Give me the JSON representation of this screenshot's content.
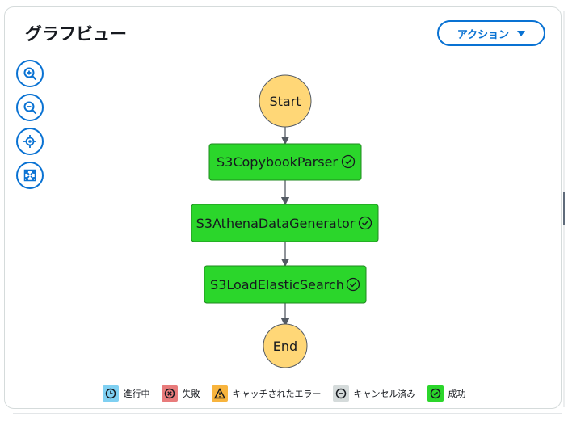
{
  "header": {
    "title": "グラフビュー",
    "action_label": "アクション"
  },
  "toolbar": [
    {
      "name": "zoom-in-button",
      "icon": "zoom-in-icon"
    },
    {
      "name": "zoom-out-button",
      "icon": "zoom-out-icon"
    },
    {
      "name": "center-button",
      "icon": "crosshair-icon"
    },
    {
      "name": "fit-button",
      "icon": "expand-icon"
    }
  ],
  "graph": {
    "nodes": [
      {
        "id": "start",
        "label": "Start",
        "kind": "terminal"
      },
      {
        "id": "s3copybookparser",
        "label": "S3CopybookParser",
        "kind": "task",
        "status": "success"
      },
      {
        "id": "s3athenadatagenerator",
        "label": "S3AthenaDataGenerator",
        "kind": "task",
        "status": "success"
      },
      {
        "id": "s3loadelasticsearch",
        "label": "S3LoadElasticSearch",
        "kind": "task",
        "status": "success"
      },
      {
        "id": "end",
        "label": "End",
        "kind": "terminal"
      }
    ],
    "colors": {
      "terminal": "#ffd777",
      "task": "#2bd62b",
      "success_border": "#1e8a1e"
    }
  },
  "legend": [
    {
      "label": "進行中",
      "icon": "clock-icon",
      "color": "#7fd0f2"
    },
    {
      "label": "失敗",
      "icon": "x-circle-icon",
      "color": "#e87b7b"
    },
    {
      "label": "キャッチされたエラー",
      "icon": "warning-icon",
      "color": "#f8b43d"
    },
    {
      "label": "キャンセル済み",
      "icon": "minus-circle-icon",
      "color": "#d5dbdb"
    },
    {
      "label": "成功",
      "icon": "check-circle-icon",
      "color": "#2bd62b"
    }
  ]
}
